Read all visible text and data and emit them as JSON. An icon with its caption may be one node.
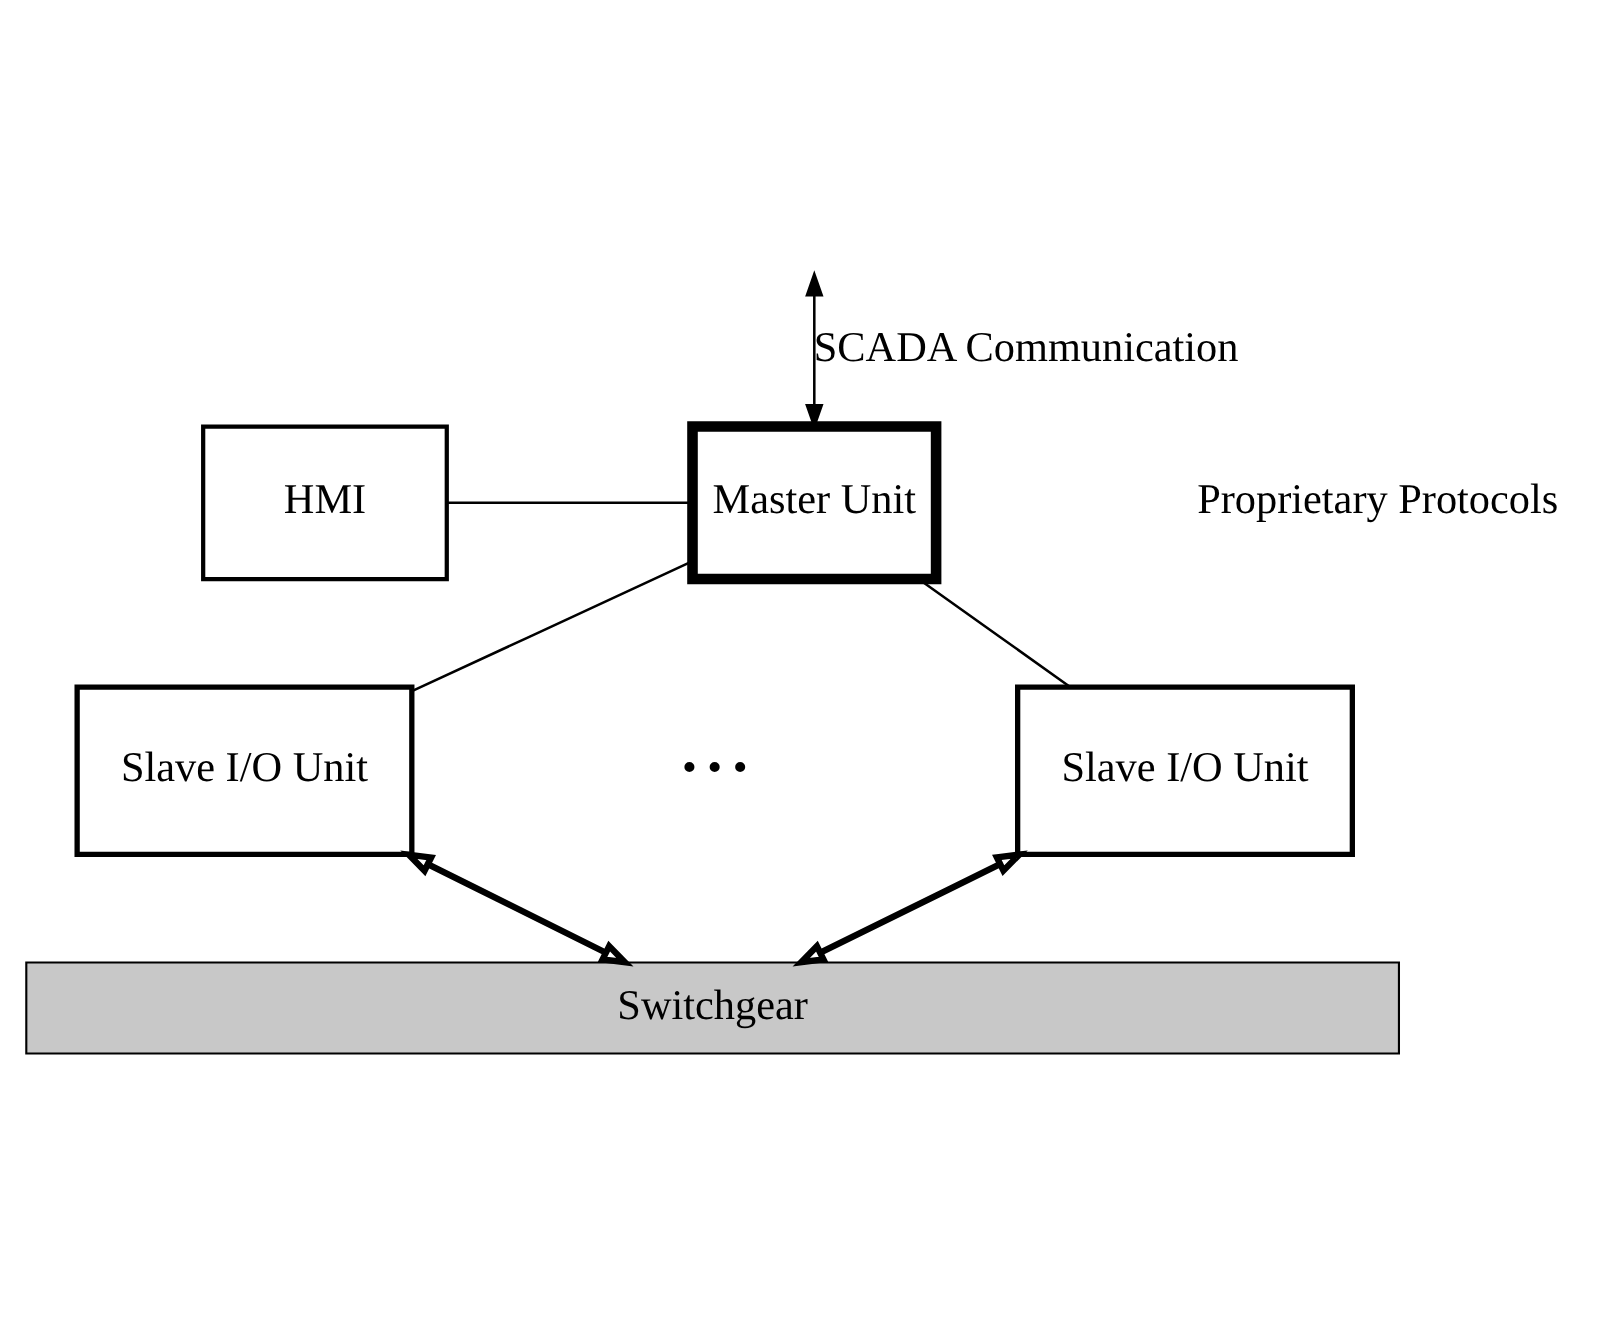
{
  "diagram": {
    "nodes": [
      {
        "text": [
          "HMI"
        ]
      },
      {
        "text": [
          "Master Unit"
        ]
      },
      {
        "text": [
          "Slave I/O Unit"
        ]
      },
      {
        "text": [
          "Slave I/O Unit"
        ]
      },
      {
        "text": [
          "Switchgear"
        ]
      }
    ],
    "edges": [
      {
        "from": null,
        "to": 1,
        "arrow": "both",
        "label": "SCADA Communication"
      },
      {
        "from": 0,
        "to": 1,
        "arrow": "none"
      },
      {
        "from": 1,
        "to": 2,
        "arrow": "none"
      },
      {
        "from": 1,
        "to": 3,
        "arrow": "none"
      },
      {
        "from": 2,
        "to": 4,
        "arrow": "both",
        "style": "thick"
      },
      {
        "from": 3,
        "to": 4,
        "arrow": "both",
        "style": "thick"
      }
    ],
    "labels": [
      "Proprietary Protocols",
      "• • •"
    ]
  }
}
